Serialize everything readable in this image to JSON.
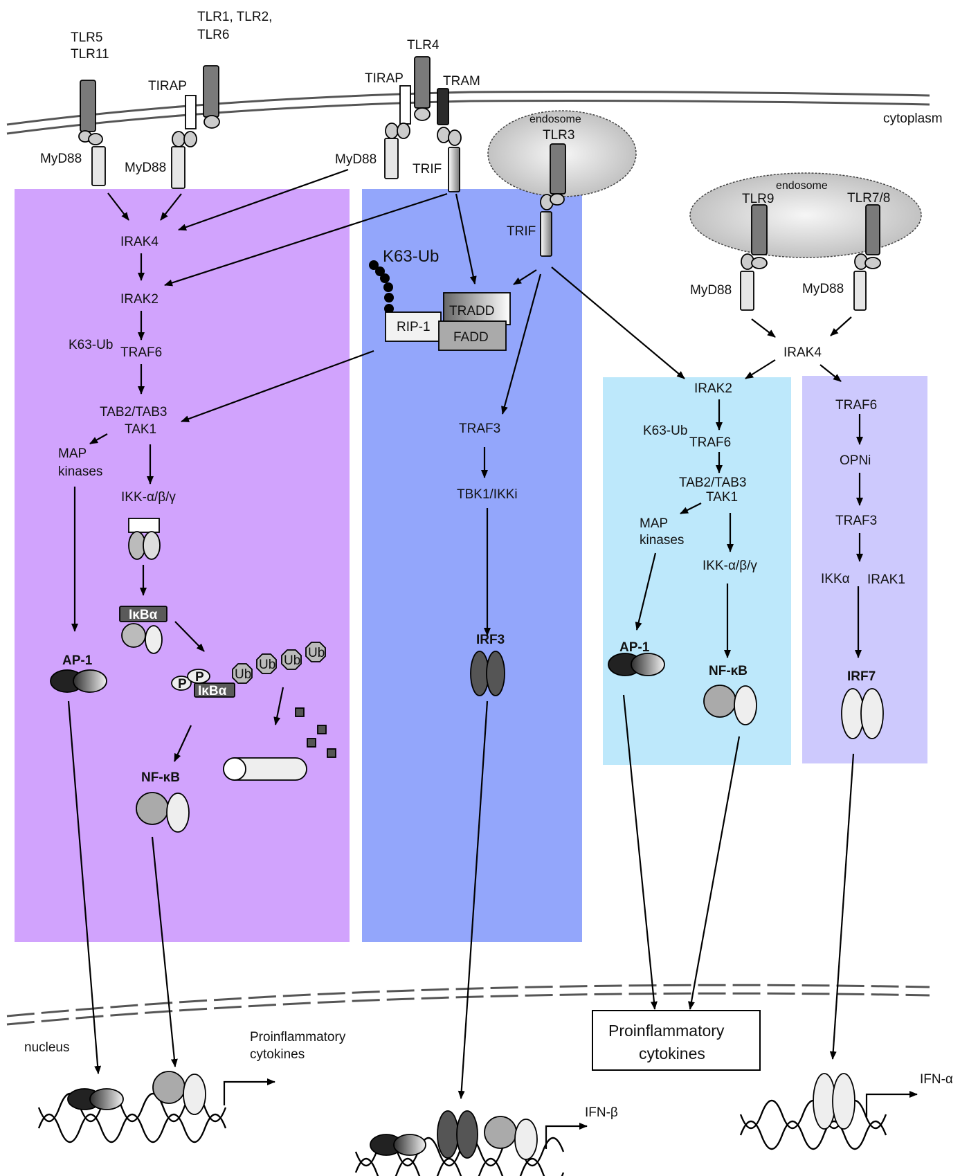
{
  "colors": {
    "myd88_panel": "#d1a3fd",
    "trif_panel": "#93a6fb",
    "tlr9_panel": "#bde8fb",
    "tlr78_panel": "#cdc9fd",
    "receptor_dark": "#7a7a7a",
    "receptor_light": "#e6e6e6",
    "endosome": "#d3d3d3"
  },
  "icons": [
    "receptor",
    "adaptor",
    "dimer",
    "octagon-ub",
    "proteasome",
    "dna-helix",
    "promoter-arrow"
  ],
  "labels": {
    "tlr5_tlr11_line1": "TLR5",
    "tlr5_tlr11_line2": "TLR11",
    "tlr1_2_6_line1": "TLR1, TLR2,",
    "tlr1_2_6_line2": "TLR6",
    "tlr4": "TLR4",
    "tirap_1": "TIRAP",
    "tirap_2": "TIRAP",
    "tram": "TRAM",
    "cytoplasm": "cytoplasm",
    "myd88_1": "MyD88",
    "myd88_2": "MyD88",
    "myd88_3": "MyD88",
    "myd88_4": "MyD88",
    "myd88_5": "MyD88",
    "trif_1": "TRIF",
    "trif_2": "TRIF",
    "endosome_1": "endosome",
    "endosome_2": "endosome",
    "tlr3": "TLR3",
    "tlr9": "TLR9",
    "tlr78": "TLR7/8",
    "nucleus": "nucleus"
  },
  "myd88_panel": {
    "irak4": "IRAK4",
    "irak2": "IRAK2",
    "k63ub": "K63-Ub",
    "traf6": "TRAF6",
    "tab": "TAB2/TAB3",
    "tak1": "TAK1",
    "map1": "MAP",
    "map2": "kinases",
    "ikk": "IKK-α/β/γ",
    "ikba": "IκBα",
    "ikba_p": "IκBα",
    "p": "P",
    "ub": "Ub",
    "ap1": "AP-1",
    "nfkb": "NF-κB"
  },
  "trif_panel": {
    "k63ub": "K63-Ub",
    "tradd": "TRADD",
    "rip1": "RIP-1",
    "fadd": "FADD",
    "traf3": "TRAF3",
    "tbk1": "TBK1/IKKi",
    "irf3": "IRF3"
  },
  "tlr9_panel": {
    "irak4": "IRAK4",
    "irak2": "IRAK2",
    "k63ub": "K63-Ub",
    "traf6": "TRAF6",
    "tab": "TAB2/TAB3",
    "tak1": "TAK1",
    "map1": "MAP",
    "map2": "kinases",
    "ikk": "IKK-α/β/γ",
    "ap1": "AP-1",
    "nfkb": "NF-κB"
  },
  "tlr78_panel": {
    "traf6": "TRAF6",
    "opni": "OPNi",
    "traf3": "TRAF3",
    "ikka": "IKKα",
    "irak1": "IRAK1",
    "irf7": "IRF7"
  },
  "outputs": {
    "proinflam_small_1": "Proinflammatory",
    "proinflam_small_2": "cytokines",
    "proinflam_box_1": "Proinflammatory",
    "proinflam_box_2": "cytokines",
    "ifnb": "IFN-β",
    "ifna": "IFN-α"
  }
}
